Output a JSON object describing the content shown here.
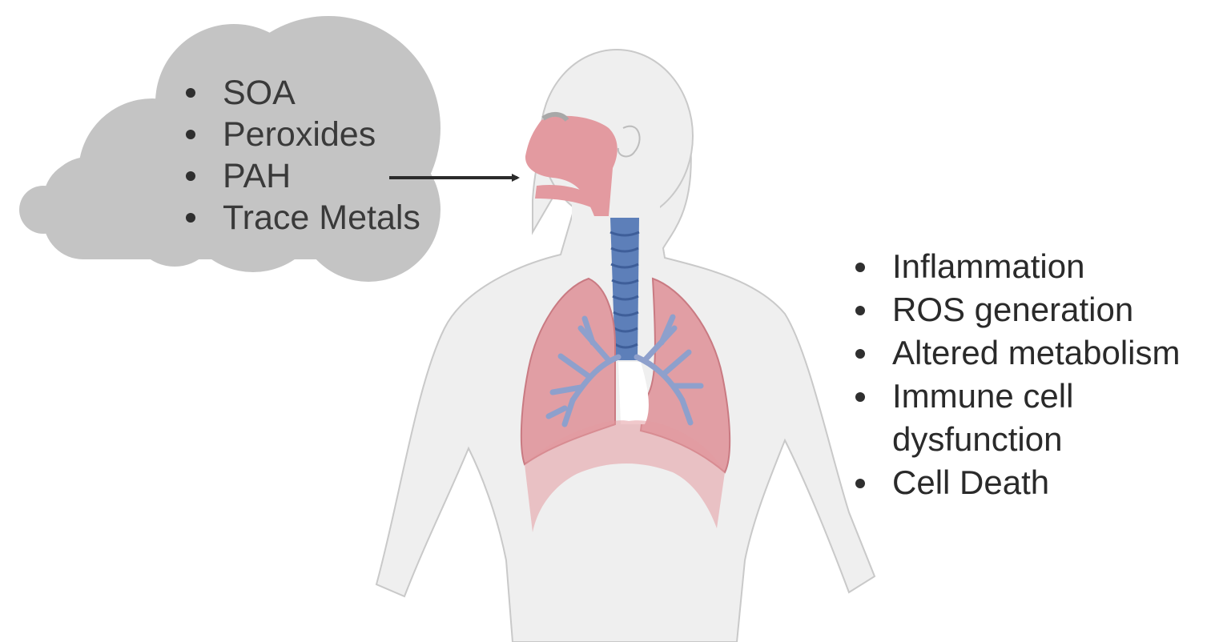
{
  "pollutants": {
    "items": [
      "SOA",
      "Peroxides",
      "PAH",
      "Trace Metals"
    ]
  },
  "effects": {
    "items": [
      "Inflammation",
      "ROS generation",
      "Altered metabolism",
      "Immune cell\ndysfunction",
      "Cell Death"
    ]
  },
  "colors": {
    "cloud": "#c4c4c4",
    "skin": "#efefef",
    "outline": "#c9c9c9",
    "airway": "#e39aa0",
    "lung": "#de8f96",
    "trachea": "#5d7fb9",
    "bronchi": "#8ea0cc",
    "arrow": "#2b2b2b",
    "text": "#3a3a3a"
  }
}
